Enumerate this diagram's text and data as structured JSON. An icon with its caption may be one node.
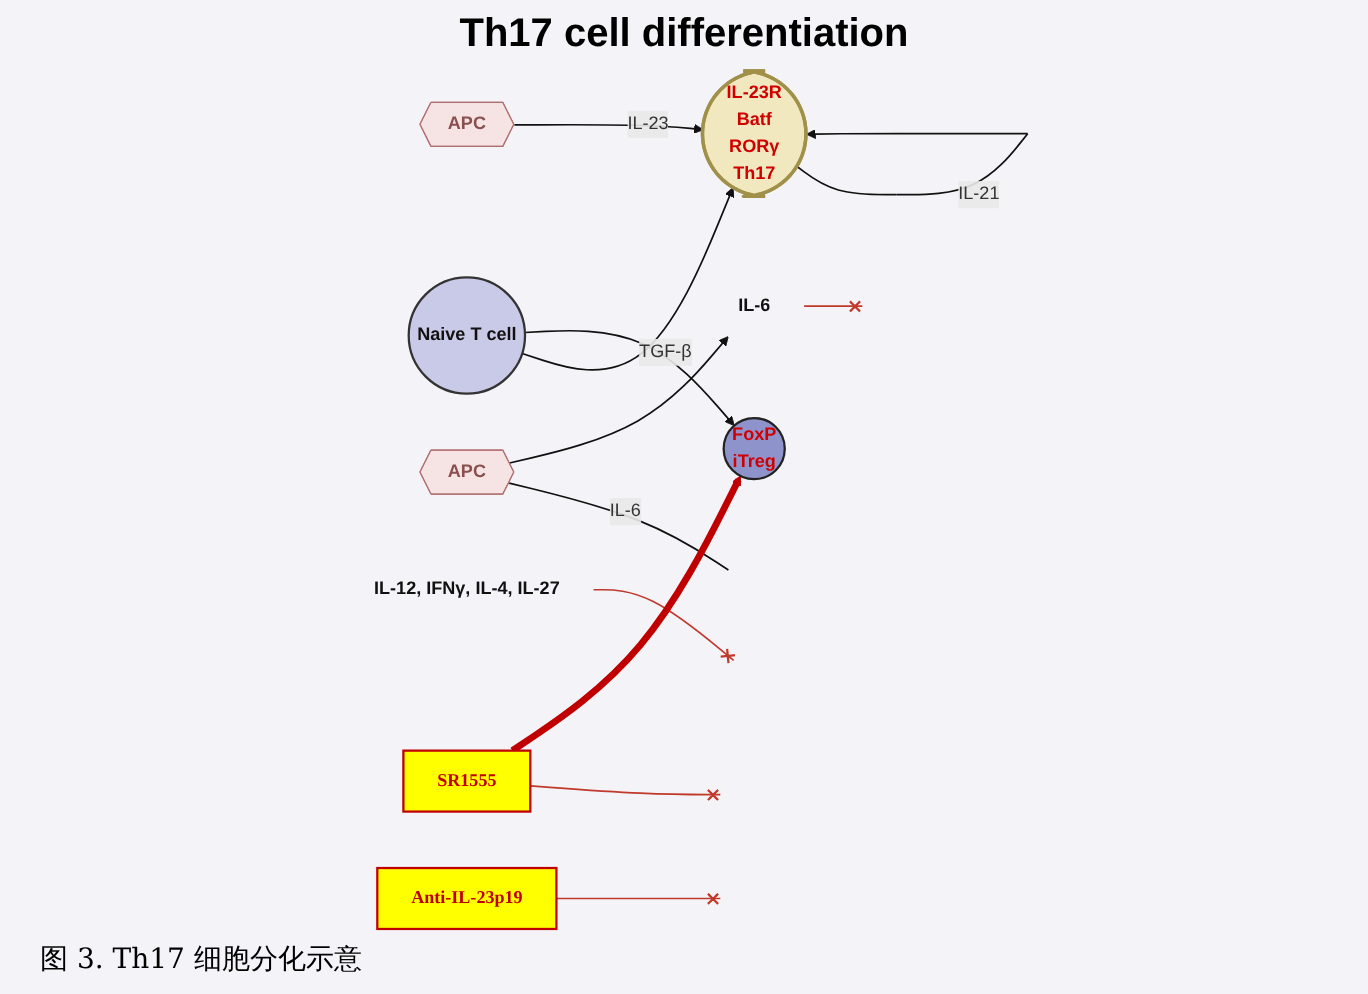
{
  "diagram": {
    "title": "Th17 cell differentiation",
    "caption": "图 3. Th17 细胞分化示意",
    "nodes": [
      {
        "text": [
          "Naive T cell"
        ]
      },
      {
        "text": [
          "IL-12, IFNγ, IL-4, IL-27"
        ]
      },
      {
        "text": [
          "APC"
        ]
      },
      {
        "text": [
          "Anti-IL-23p19"
        ]
      },
      {
        "text": [
          "IL-23R",
          "Batf",
          "RORγ",
          "Th17"
        ]
      },
      {
        "text": [
          "APC"
        ]
      },
      {
        "text": [
          "IL-6"
        ]
      },
      {
        "text": [
          "SR1555"
        ]
      },
      {
        "text": [
          "FoxP",
          "iTreg"
        ]
      }
    ],
    "edges": [
      {
        "from": 0,
        "to": 4,
        "arrow": "to",
        "label": "TGF-β"
      },
      {
        "from": 1,
        "to": null,
        "arrow": "other",
        "color": "#c0392b"
      },
      {
        "from": 2,
        "to": 4,
        "arrow": "to",
        "label": "IL-23"
      },
      {
        "from": 3,
        "to": null,
        "arrow": "other",
        "color": "#c0392b"
      },
      {
        "from": 4,
        "to": 4,
        "arrow": "to",
        "label": "IL-21"
      },
      {
        "from": 5,
        "to": null,
        "arrow": "none",
        "label": "IL-6"
      },
      {
        "from": 5,
        "to": 6,
        "arrow": "to"
      },
      {
        "from": 6,
        "to": null,
        "arrow": "other",
        "color": "#c0392b"
      },
      {
        "from": 0,
        "to": 8,
        "arrow": "to"
      },
      {
        "from": 7,
        "to": null,
        "arrow": "other",
        "color": "#c0392b"
      },
      {
        "from": 7,
        "to": 8,
        "arrow": "to",
        "style": "thick",
        "color": "#c00000"
      }
    ]
  }
}
